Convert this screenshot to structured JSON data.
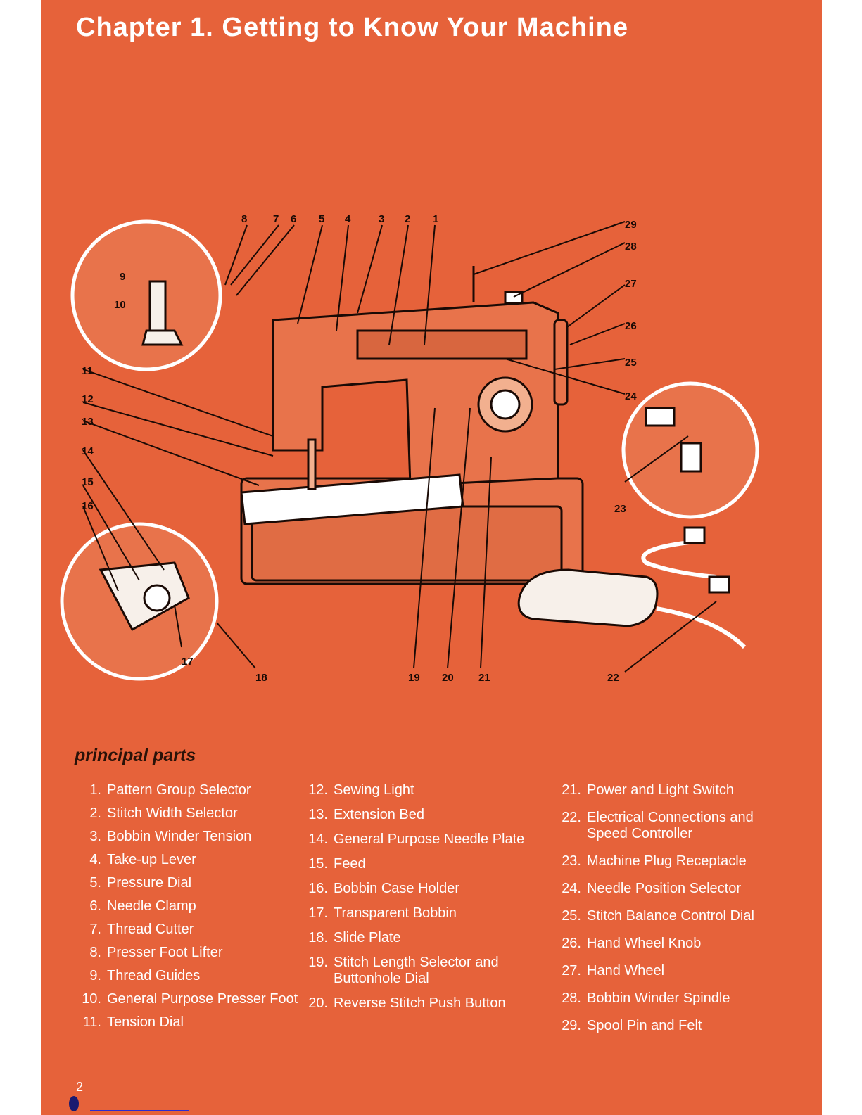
{
  "title": "Chapter 1. Getting to Know Your Machine",
  "section_heading": "principal parts",
  "page_number": "2",
  "callouts": [
    "8",
    "7",
    "6",
    "5",
    "4",
    "3",
    "2",
    "1",
    "29",
    "28",
    "27",
    "26",
    "25",
    "24",
    "9",
    "10",
    "11",
    "12",
    "13",
    "14",
    "15",
    "16",
    "23",
    "17",
    "18",
    "19",
    "20",
    "21",
    "22"
  ],
  "parts": {
    "col1": [
      {
        "num": "1.",
        "label": "Pattern Group Selector"
      },
      {
        "num": "2.",
        "label": "Stitch Width Selector"
      },
      {
        "num": "3.",
        "label": "Bobbin Winder Tension"
      },
      {
        "num": "4.",
        "label": "Take-up Lever"
      },
      {
        "num": "5.",
        "label": "Pressure Dial"
      },
      {
        "num": "6.",
        "label": "Needle Clamp"
      },
      {
        "num": "7.",
        "label": "Thread Cutter"
      },
      {
        "num": "8.",
        "label": "Presser Foot Lifter"
      },
      {
        "num": "9.",
        "label": "Thread Guides"
      },
      {
        "num": "10.",
        "label": "General Purpose Presser Foot"
      },
      {
        "num": "11.",
        "label": "Tension Dial"
      }
    ],
    "col2": [
      {
        "num": "12.",
        "label": "Sewing Light"
      },
      {
        "num": "13.",
        "label": "Extension Bed"
      },
      {
        "num": "14.",
        "label": "General Purpose Needle Plate"
      },
      {
        "num": "15.",
        "label": "Feed"
      },
      {
        "num": "16.",
        "label": "Bobbin Case Holder"
      },
      {
        "num": "17.",
        "label": "Transparent Bobbin"
      },
      {
        "num": "18.",
        "label": "Slide Plate"
      },
      {
        "num": "19.",
        "label": "Stitch Length Selector and Buttonhole Dial"
      },
      {
        "num": "20.",
        "label": "Reverse Stitch Push Button"
      }
    ],
    "col3": [
      {
        "num": "21.",
        "label": "Power and Light Switch"
      },
      {
        "num": "22.",
        "label": "Electrical Connections and Speed Controller"
      },
      {
        "num": "23.",
        "label": "Machine Plug Receptacle"
      },
      {
        "num": "24.",
        "label": "Needle Position Selector"
      },
      {
        "num": "25.",
        "label": "Stitch Balance Control Dial"
      },
      {
        "num": "26.",
        "label": "Hand Wheel Knob"
      },
      {
        "num": "27.",
        "label": "Hand Wheel"
      },
      {
        "num": "28.",
        "label": "Bobbin Winder Spindle"
      },
      {
        "num": "29.",
        "label": "Spool Pin and Felt"
      }
    ]
  }
}
